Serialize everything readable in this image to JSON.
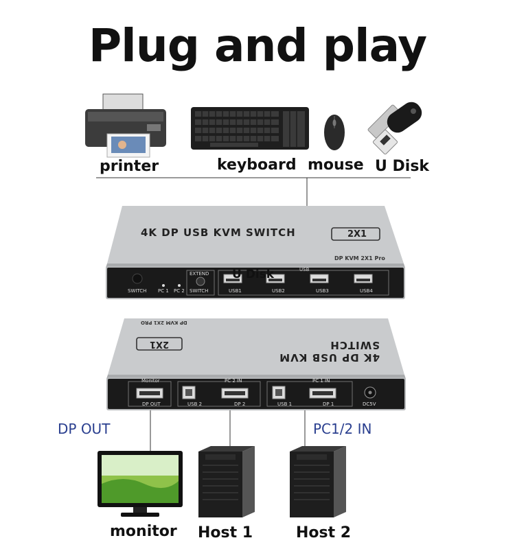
{
  "headline": "Plug and play",
  "peripherals": {
    "printer": "printer",
    "keyboard": "keyboard",
    "mouse": "mouse",
    "udisk": "U Disk"
  },
  "front_panel": {
    "title": "4K DP USB KVM SWITCH",
    "badge": "2X1",
    "model": "DP KVM 2X1 Pro",
    "usb_group": "USB",
    "overlay_label": "U Disk",
    "switch_label": "SWITCH",
    "pc1_led": "PC 1",
    "pc2_led": "PC 2",
    "extend_label": "EXTEND",
    "extend_switch_label": "SWITCH",
    "usb_ports": [
      "USB1",
      "USB2",
      "USB3",
      "USB4"
    ]
  },
  "rear_panel": {
    "title": "4K DP USB KVM SWITCH",
    "badge": "2X1",
    "model": "DP KVM 2X1 PRO",
    "monitor_label": "Monitor",
    "dp_out": "DP OUT",
    "pc2_in": "PC 2 IN",
    "usb2": "USB 2",
    "dp2": "DP 2",
    "pc1_in": "PC 1 IN",
    "usb1": "USB 1",
    "dp1": "DP 1",
    "power": "DC5V"
  },
  "side_labels": {
    "dp_out": "DP OUT",
    "pc_in": "PC1/2 IN"
  },
  "bottom_labels": {
    "monitor": "monitor",
    "host1": "Host 1",
    "host2": "Host 2"
  }
}
